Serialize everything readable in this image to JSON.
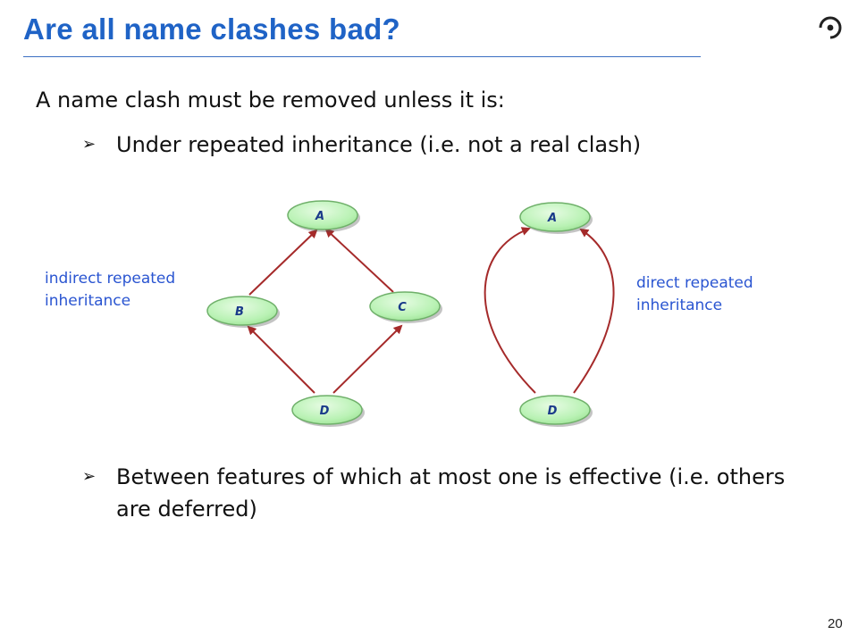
{
  "slide": {
    "title": "Are all name clashes bad?",
    "intro": "A name clash must be removed unless it is:",
    "bullets": [
      {
        "arrow": "➢",
        "text": "Under repeated inheritance (i.e. not a real clash)"
      },
      {
        "arrow": "➢",
        "text": "Between features of which at most one is effective (i.e. others are deferred)"
      }
    ],
    "page_number": "20"
  },
  "diagram": {
    "labels": {
      "indirect": "indirect repeated inheritance",
      "direct": "direct repeated inheritance"
    },
    "indirect_nodes": [
      {
        "id": "A",
        "label": "A"
      },
      {
        "id": "B",
        "label": "B"
      },
      {
        "id": "C",
        "label": "C"
      },
      {
        "id": "D",
        "label": "D"
      }
    ],
    "direct_nodes": [
      {
        "id": "A",
        "label": "A"
      },
      {
        "id": "D",
        "label": "D"
      }
    ],
    "colors": {
      "node_fill": "#b9f2b4",
      "node_stroke": "#6fb06a",
      "edge": "#a52a2a",
      "label_text": "#1a3a8a"
    }
  }
}
